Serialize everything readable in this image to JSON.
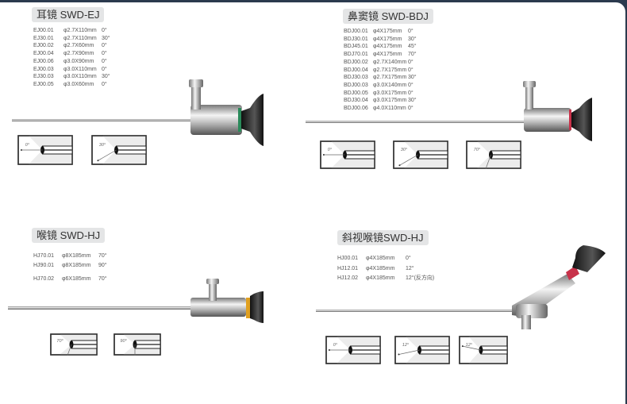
{
  "sections": [
    {
      "title": "耳镜 SWD-EJ",
      "rows": [
        {
          "code": "EJ00.01",
          "size": "φ2.7X110mm",
          "angle": "0°"
        },
        {
          "code": "EJ30.01",
          "size": "φ2.7X110mm",
          "angle": "30°"
        },
        {
          "code": "EJ00.02",
          "size": "φ2.7X60mm",
          "angle": "0°"
        },
        {
          "code": "EJ00.04",
          "size": "φ2.7X90mm",
          "angle": "0°"
        },
        {
          "code": "EJ00.06",
          "size": "φ3.0X90mm",
          "angle": "0°"
        },
        {
          "code": "EJ00.03",
          "size": "φ3.0X110mm",
          "angle": "0°"
        },
        {
          "code": "EJ30.03",
          "size": "φ3.0X110mm",
          "angle": "30°"
        },
        {
          "code": "EJ00.05",
          "size": "φ3.0X60mm",
          "angle": "0°"
        }
      ],
      "view_labels": [
        "0°",
        "30°"
      ]
    },
    {
      "title": "鼻窦镜 SWD-BDJ",
      "rows": [
        {
          "code": "BDJ00.01",
          "size": "φ4X175mm",
          "angle": "0°"
        },
        {
          "code": "BDJ30.01",
          "size": "φ4X175mm",
          "angle": "30°"
        },
        {
          "code": "BDJ45.01",
          "size": "φ4X175mm",
          "angle": "45°"
        },
        {
          "code": "BDJ70.01",
          "size": "φ4X175mm",
          "angle": "70°"
        },
        {
          "code": "BDJ00.02",
          "size": "φ2.7X140mm",
          "angle": "0°"
        },
        {
          "code": "BDJ00.04",
          "size": "φ2.7X175mm",
          "angle": "0°"
        },
        {
          "code": "BDJ30.03",
          "size": "φ2.7X175mm",
          "angle": "30°"
        },
        {
          "code": "BDJ00.03",
          "size": "φ3.0X140mm",
          "angle": "0°"
        },
        {
          "code": "BDJ00.05",
          "size": "φ3.0X175mm",
          "angle": "0°"
        },
        {
          "code": "BDJ30.04",
          "size": "φ3.0X175mm",
          "angle": "30°"
        },
        {
          "code": "BDJ00.06",
          "size": "φ4.0X110mm",
          "angle": "0°"
        }
      ],
      "view_labels": [
        "0°",
        "30°",
        "70°"
      ]
    },
    {
      "title": "喉镜 SWD-HJ",
      "rows": [
        {
          "code": "HJ70.01",
          "size": "φ8X185mm",
          "angle": "70°"
        },
        {
          "code": "HJ90.01",
          "size": "φ8X185mm",
          "angle": "90°"
        },
        {
          "code": "HJ70.02",
          "size": "φ6X185mm",
          "angle": "70°"
        }
      ],
      "view_labels": [
        "70°",
        "90°"
      ]
    },
    {
      "title": "斜视喉镜SWD-HJ",
      "rows": [
        {
          "code": "HJ00.01",
          "size": "φ4X185mm",
          "angle": "0°"
        },
        {
          "code": "HJ12.01",
          "size": "φ4X185mm",
          "angle": "12°"
        },
        {
          "code": "HJ12.02",
          "size": "φ4X185mm",
          "angle": "12°(反方向)"
        }
      ],
      "view_labels": [
        "0°",
        "12°",
        "12°"
      ]
    }
  ]
}
